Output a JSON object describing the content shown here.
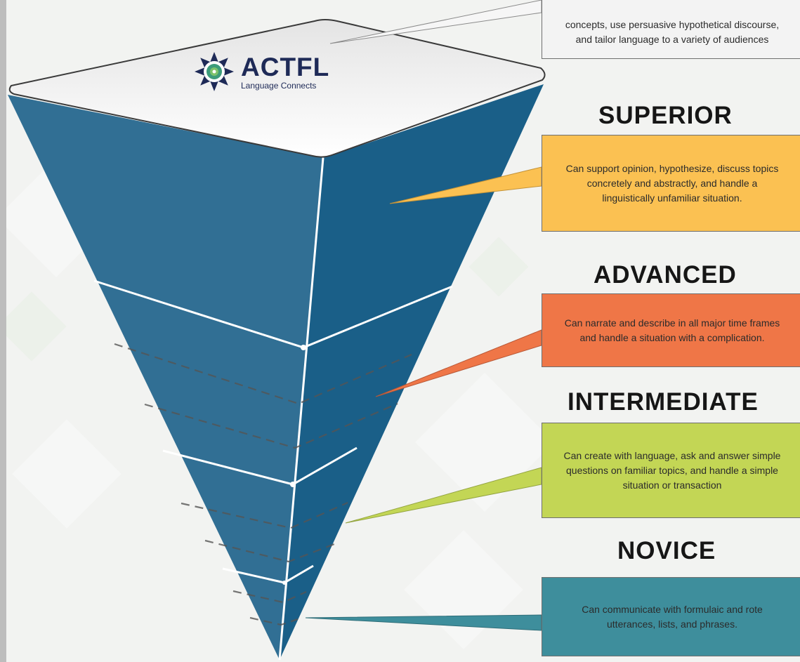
{
  "logo": {
    "name": "ACTFL",
    "tagline": "Language Connects"
  },
  "levels": [
    {
      "name": "",
      "description": "concepts, use persuasive hypothetical discourse, and tailor language to a variety of audiences"
    },
    {
      "name": "SUPERIOR",
      "description": "Can support opinion, hypothesize, discuss topics concretely and abstractly, and handle a linguistically unfamiliar situation."
    },
    {
      "name": "ADVANCED",
      "description": "Can narrate and describe in all major time frames and handle a situation with a complication."
    },
    {
      "name": "INTERMEDIATE",
      "description": "Can create with language, ask and answer simple questions on familiar topics, and handle a simple situation or transaction"
    },
    {
      "name": "NOVICE",
      "description": "Can communicate with formulaic and rote utterances, lists, and phrases."
    }
  ],
  "colors": {
    "superior": "#fbc152",
    "advanced": "#ef7647",
    "intermediate": "#c3d655",
    "novice": "#3e8e9c",
    "logo": "#1e2a57"
  },
  "icons": [
    "actfl-logo-icon"
  ]
}
